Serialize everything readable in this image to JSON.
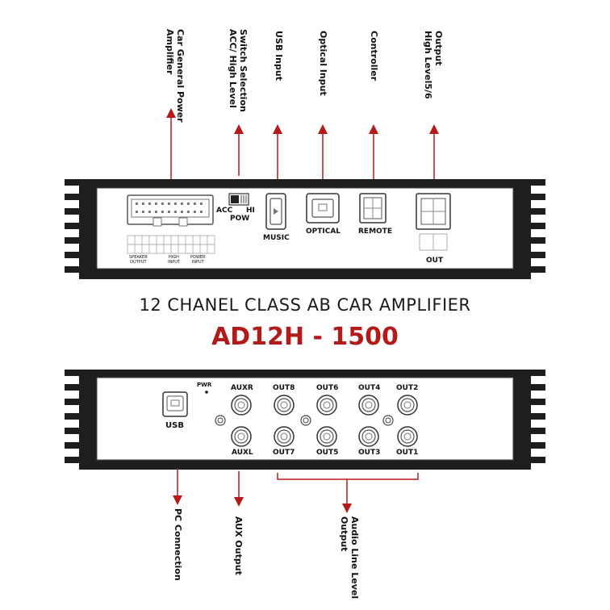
{
  "top_callouts": [
    {
      "id": "power",
      "text": "Car General Power\nAmplifier"
    },
    {
      "id": "switch",
      "text": "Switch Selection\nACC/ High Level"
    },
    {
      "id": "usb",
      "text": "USB Input"
    },
    {
      "id": "optical",
      "text": "Optical Input"
    },
    {
      "id": "controller",
      "text": "Controller"
    },
    {
      "id": "output",
      "text": "Output\nHigh Level5/6"
    }
  ],
  "top_panel": {
    "acc": "ACC",
    "hi": "HI",
    "pow": "POW",
    "music": "MUSIC",
    "optical": "OPTICAL",
    "remote": "REMOTE",
    "out": "OUT",
    "speaker_output": "SPEAKER\nOUTPUT",
    "high_input": "HIGH\nINPUT",
    "power_input": "POWER\nINPUT"
  },
  "title": "12 CHANEL CLASS AB CAR AMPLIFIER",
  "model": "AD12H - 1500",
  "bottom_panel": {
    "usb": "USB",
    "pwr": "PWR",
    "auxr": "AUXR",
    "auxl": "AUXL",
    "out_top": [
      "OUT8",
      "OUT6",
      "OUT4",
      "OUT2"
    ],
    "out_bottom": [
      "OUT7",
      "OUT5",
      "OUT3",
      "OUT1"
    ]
  },
  "bottom_callouts": [
    {
      "id": "pc",
      "text": "PC Connection"
    },
    {
      "id": "aux",
      "text": "AUX Output"
    },
    {
      "id": "line",
      "text": "Audio Line Level\nOutput"
    }
  ],
  "colors": {
    "arrow": "#b31b1b",
    "model": "#b31b1b",
    "chassis": "#1e1e1e",
    "panel": "#ffffff"
  }
}
